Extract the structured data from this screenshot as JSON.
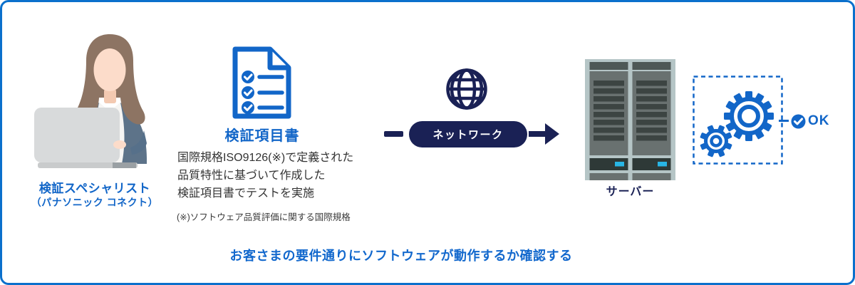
{
  "colors": {
    "frame_border": "#0b70cc",
    "primary_blue": "#1266c8",
    "navy": "#1a2155",
    "body_text": "#333333",
    "server_frame": "#b5c5c6",
    "server_body": "#697170",
    "server_slat": "#3c4442",
    "server_cap": "#4e5856",
    "server_band": "#2e3937",
    "led_cyan": "#28b6e6"
  },
  "person": {
    "illustration": "woman-working-on-laptop",
    "label_line1": "検証スペシャリスト",
    "label_line2": "（パナソニック コネクト）"
  },
  "document": {
    "title": "検証項目書",
    "description_lines": [
      "国際規格ISO9126(※)で定義された",
      "品質特性に基づいて作成した",
      "検証項目書でテストを実施"
    ],
    "footnote": "(※)ソフトウェア品質評価に関する国際規格"
  },
  "network": {
    "label": "ネットワーク"
  },
  "server": {
    "label": "サーバー"
  },
  "result": {
    "ok_label": "OK"
  },
  "bottom_message": "お客さまの要件通りにソフトウェアが動作するか確認する"
}
